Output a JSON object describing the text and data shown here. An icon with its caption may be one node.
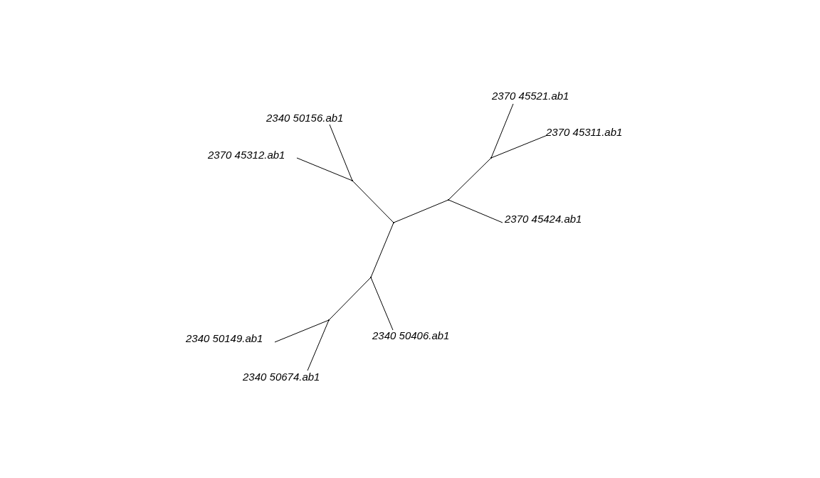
{
  "diagram": {
    "nodes": [
      {
        "text": [
          "2370 45521.ab1"
        ]
      },
      {
        "text": [
          "2340 50156.ab1"
        ]
      },
      {
        "text": [
          "2370 45311.ab1"
        ]
      },
      {
        "text": [
          "2370 45312.ab1"
        ]
      },
      {
        "text": [
          "2370 45424.ab1"
        ]
      },
      {
        "text": [
          "2340 50406.ab1"
        ]
      },
      {
        "text": [
          "2340 50149.ab1"
        ]
      },
      {
        "text": [
          "2340 50674.ab1"
        ]
      },
      {
        "text": [],
        "shape": "point"
      },
      {
        "text": [],
        "shape": "point"
      },
      {
        "text": [],
        "shape": "point"
      },
      {
        "text": [],
        "shape": "point"
      },
      {
        "text": [],
        "shape": "point"
      },
      {
        "text": [],
        "shape": "point"
      }
    ],
    "edges": [
      {
        "from": 8,
        "to": 0,
        "arrow": "none"
      },
      {
        "from": 8,
        "to": 2,
        "arrow": "none"
      },
      {
        "from": 10,
        "to": 8,
        "arrow": "none"
      },
      {
        "from": 10,
        "to": 4,
        "arrow": "none"
      },
      {
        "from": 11,
        "to": 10,
        "arrow": "none"
      },
      {
        "from": 9,
        "to": 1,
        "arrow": "none"
      },
      {
        "from": 9,
        "to": 3,
        "arrow": "none"
      },
      {
        "from": 11,
        "to": 9,
        "arrow": "none"
      },
      {
        "from": 11,
        "to": 12,
        "arrow": "none"
      },
      {
        "from": 12,
        "to": 5,
        "arrow": "none"
      },
      {
        "from": 12,
        "to": 13,
        "arrow": "none"
      },
      {
        "from": 13,
        "to": 6,
        "arrow": "none"
      },
      {
        "from": 13,
        "to": 7,
        "arrow": "none"
      }
    ]
  }
}
